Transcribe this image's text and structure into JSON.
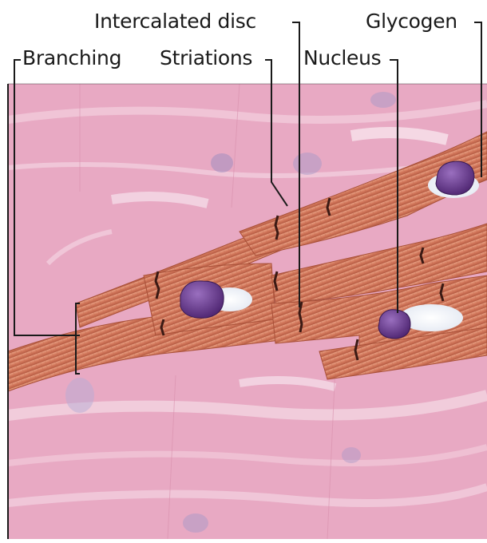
{
  "labels": {
    "intercalated_disc": "Intercalated disc",
    "glycogen": "Glycogen",
    "branching": "Branching",
    "striations": "Striations",
    "nucleus": "Nucleus"
  },
  "colors": {
    "tissue_background": "#e8a9c3",
    "fiber": "#d97f60",
    "nucleus": "#6b3a8c",
    "glycogen": "#f6f8fb",
    "leader_line": "#1a1a1a"
  }
}
